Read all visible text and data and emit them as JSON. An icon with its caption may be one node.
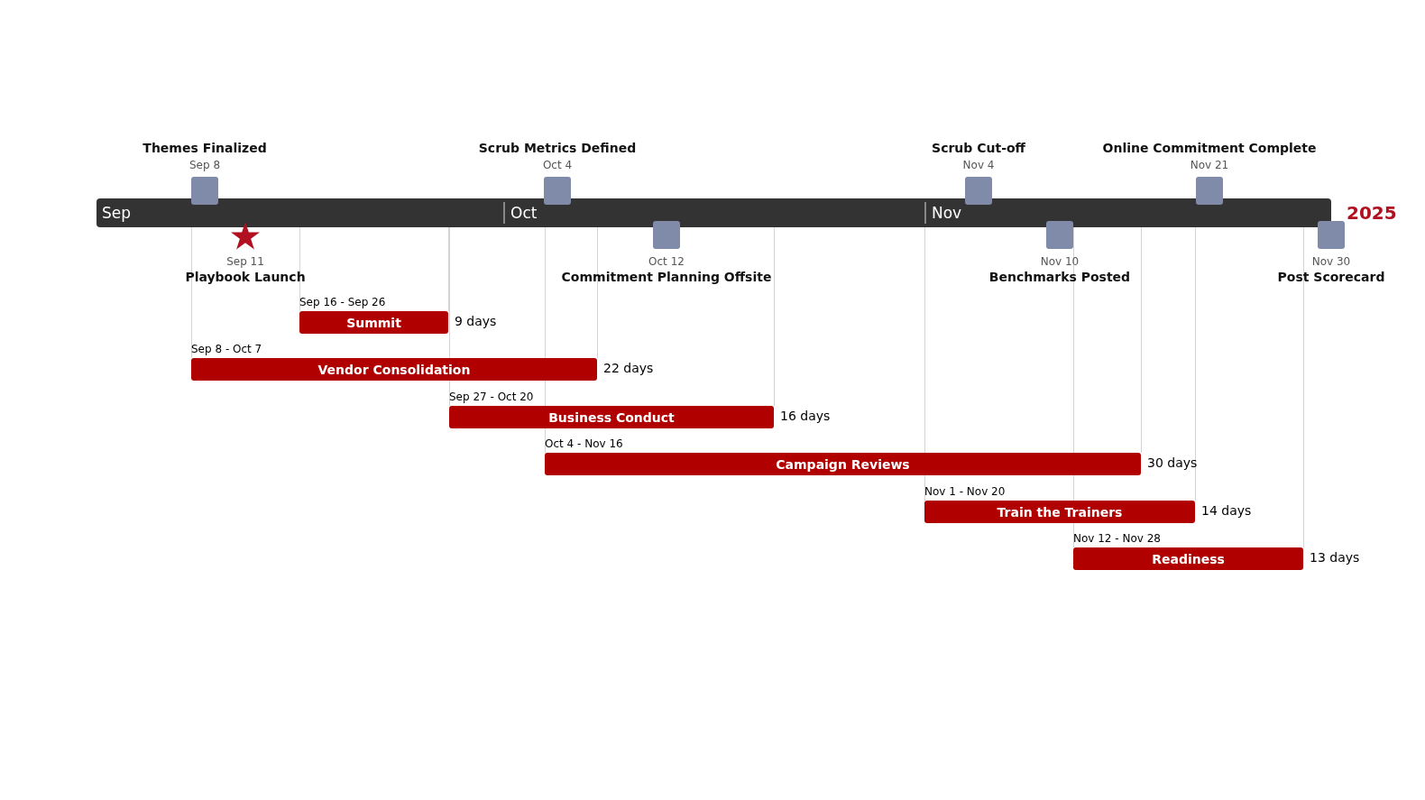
{
  "diagram": {
    "nodes": [
      {
        "text": [
          "Sep",
          "Oct",
          "Nov"
        ]
      },
      {
        "text": [],
        "shape": "box",
        "beside": [
          "Themes Finalized",
          "Sep 8"
        ]
      },
      {
        "text": [],
        "shape": "star",
        "beside": [
          "Sep 11",
          "Playbook Launch"
        ]
      },
      {
        "text": [],
        "shape": "box",
        "beside": [
          "Scrub Metrics Defined",
          "Oct 4"
        ]
      },
      {
        "text": [],
        "shape": "box",
        "beside": [
          "Oct 12",
          "Commitment Planning Offsite"
        ]
      },
      {
        "text": [],
        "shape": "box",
        "beside": [
          "Scrub Cut-off",
          "Nov 4"
        ]
      },
      {
        "text": [],
        "shape": "box",
        "beside": [
          "Nov 10",
          "Benchmarks Posted"
        ]
      },
      {
        "text": [],
        "shape": "box",
        "beside": [
          "Online Commitment Complete",
          "Nov 21"
        ]
      },
      {
        "text": [],
        "shape": "box",
        "beside": [
          "Nov 30",
          "Post Scorecard"
        ]
      },
      {
        "text": [
          "Summit"
        ],
        "beside": [
          "Sep 16 - Sep 26",
          "9 days"
        ]
      },
      {
        "text": [
          "Vendor Consolidation"
        ],
        "beside": [
          "Sep 8 - Oct 7",
          "22 days"
        ]
      },
      {
        "text": [
          "Business Conduct"
        ],
        "beside": [
          "Sep 27 - Oct 20",
          "16 days"
        ]
      },
      {
        "text": [
          "Campaign Reviews"
        ],
        "beside": [
          "Oct 4 - Nov 16",
          "30 days"
        ]
      },
      {
        "text": [
          "Train the Trainers"
        ],
        "beside": [
          "Nov 1 - Nov 20",
          "14 days"
        ]
      },
      {
        "text": [
          "Readiness"
        ],
        "beside": [
          "Nov 12 - Nov 28",
          "13 days"
        ]
      }
    ],
    "edges": [],
    "labels": [
      "2025"
    ]
  }
}
